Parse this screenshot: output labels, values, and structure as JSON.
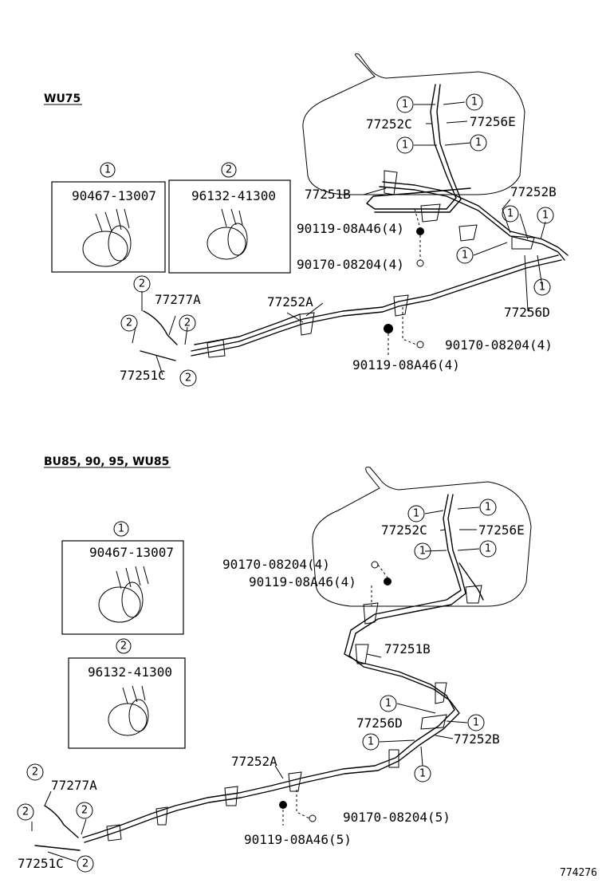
{
  "sections": {
    "top": {
      "variant": "WU75",
      "clamp1_callout": "1",
      "clamp1_part": "90467-13007",
      "clamp2_callout": "2",
      "clamp2_part": "96132-41300",
      "labels": {
        "p77252C": "77252C",
        "p77256E": "77256E",
        "p77251B": "77251B",
        "p77252B": "77252B",
        "p77256D": "77256D",
        "p77252A": "77252A",
        "p77277A": "77277A",
        "p77251C": "77251C",
        "bolt_upper": "90119-08A46(4)",
        "nut_upper": "90170-08204(4)",
        "nut_lower": "90170-08204(4)",
        "bolt_lower": "90119-08A46(4)"
      }
    },
    "bottom": {
      "variant": "BU85, 90, 95, WU85",
      "clamp1_callout": "1",
      "clamp1_part": "90467-13007",
      "clamp2_callout": "2",
      "clamp2_part": "96132-41300",
      "labels": {
        "p77252C": "77252C",
        "p77256E": "77256E",
        "nut_upper": "90170-08204(4)",
        "bolt_upper": "90119-08A46(4)",
        "p77251B": "77251B",
        "p77256D": "77256D",
        "p77252B": "77252B",
        "p77252A": "77252A",
        "p77277A": "77277A",
        "p77251C": "77251C",
        "nut_lower": "90170-08204(5)",
        "bolt_lower": "90119-08A46(5)"
      }
    }
  },
  "callouts": {
    "one": "1",
    "two": "2"
  },
  "figure_id": "774276"
}
